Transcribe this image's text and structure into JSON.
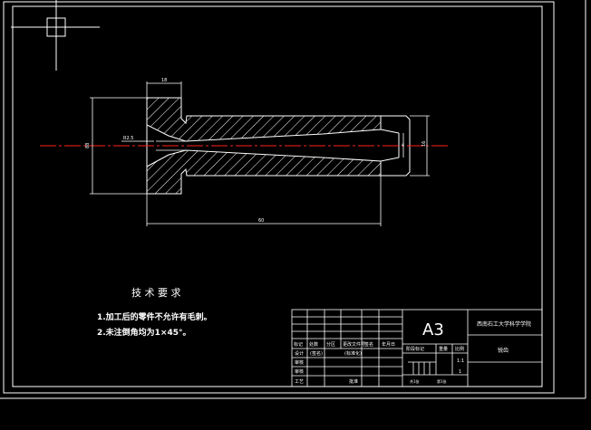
{
  "drawing": {
    "dims": {
      "top_width": "18",
      "left_height": "88",
      "radius": "R2.5",
      "total_length": "60",
      "right_small": "4",
      "right_height": "16"
    },
    "tech_requirements": {
      "title": "技 术 要 求",
      "items": [
        "1.加工后的零件不允许有毛刺。",
        "2.未注倒角均为1×45°。"
      ]
    },
    "title_block": {
      "sheet_size": "A3",
      "school": "西南石工大学科学学院",
      "part": "锐齿",
      "header_row": [
        "标记",
        "处数",
        "分区",
        "更改文件号",
        "签名",
        "年月日"
      ],
      "rows": [
        [
          "设计",
          "(签名)",
          "",
          "(标准化)",
          "",
          ""
        ],
        [
          "审核",
          "",
          "",
          "",
          "",
          ""
        ],
        [
          "审核",
          "",
          "",
          "",
          "",
          ""
        ],
        [
          "工艺",
          "",
          "",
          "批准",
          "",
          ""
        ]
      ],
      "stage_label": "阶段标记",
      "weight_label": "重量",
      "scale_label": "比例",
      "scale_value": "1:1",
      "sheet_info_left": "共1张",
      "sheet_info_right": "第1张",
      "sheet_num": "1"
    }
  },
  "colors": {
    "background": "#000000",
    "line": "#ffffff",
    "centerline": "#ff2020",
    "yellow_text": "#ffff66"
  }
}
